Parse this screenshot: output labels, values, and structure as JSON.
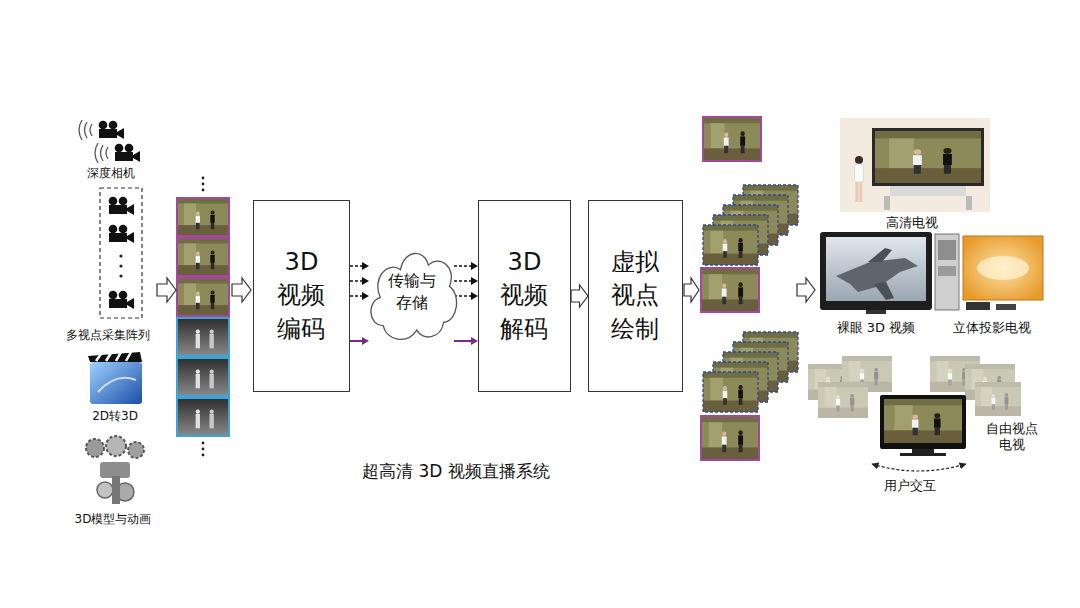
{
  "diagram": {
    "caption": "超高清 3D 视频直播系统",
    "nodes": [
      {
        "text": [
          "3D 视频 编码"
        ]
      },
      {
        "text": [
          "传输与 存储"
        ]
      },
      {
        "text": [
          "3D 视频 解码"
        ]
      },
      {
        "text": [
          "虚拟 视点 绘制"
        ]
      }
    ],
    "edges": [
      {
        "from": 0,
        "to": 1,
        "arrow": "to"
      },
      {
        "from": 1,
        "to": 2,
        "arrow": "to"
      },
      {
        "from": 2,
        "to": 3,
        "arrow": "to"
      }
    ],
    "labels": [
      "深度相机",
      "多视点采集阵列",
      "2D转3D",
      "3D模型与动画",
      "高清电视",
      "裸眼 3D 视频",
      "立体投影电视",
      "自由视点 电视",
      "用户交互"
    ]
  }
}
